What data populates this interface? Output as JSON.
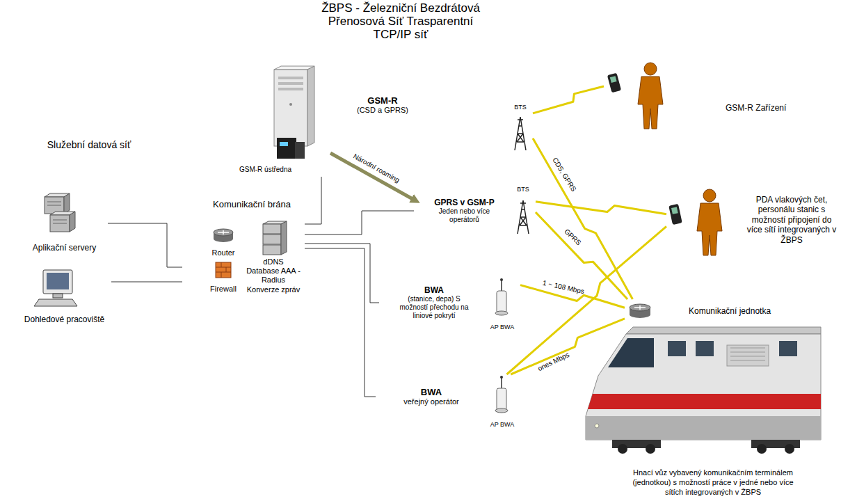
{
  "diagram": {
    "nodes": [
      {
        "text": [
          "Služební datová síť"
        ]
      },
      {
        "text": [
          "Aplikační servery"
        ],
        "in": 0
      },
      {
        "text": [
          "Dohledové pracoviště"
        ],
        "in": 0
      },
      {
        "text": [
          "ŽBPS - Železniční Bezdrátová Přenosová Síť Trasparentní TCP/IP síť"
        ]
      },
      {
        "text": [
          "Komunikační brána"
        ],
        "in": 3
      },
      {
        "text": [
          "Router"
        ],
        "in": 4
      },
      {
        "text": [
          "Firewall"
        ],
        "in": 4
      },
      {
        "text": [
          "dDNS Database AAA - Radius Konverze zpráv"
        ],
        "in": 4
      },
      {
        "text": [
          "GSM-R ústředna"
        ],
        "in": 3
      },
      {
        "text": [
          "GSM-R",
          "(CSD a GPRS)"
        ],
        "in": 3
      },
      {
        "text": [
          "GPRS v GSM-P",
          "Jeden nebo více operátorů"
        ],
        "in": 3
      },
      {
        "text": [
          "BWA",
          "(stanice, depa) S možností přechodu na liniové pokrytí"
        ],
        "in": 3
      },
      {
        "text": [
          "BWA",
          "veřejný operátor"
        ],
        "in": 3
      },
      {
        "text": [
          "BTS"
        ],
        "in": 3
      },
      {
        "text": [
          "BTS"
        ],
        "in": 3
      },
      {
        "text": [
          "AP BWA"
        ],
        "in": 3
      },
      {
        "text": [
          "AP BWA"
        ],
        "in": 3
      },
      {
        "text": [
          "GSM-R Zařízení"
        ]
      },
      {
        "text": [
          "PDA vlakových čet, personálu stanic s možností připojení do více sítí integrovaných v ŽBPS"
        ]
      },
      {
        "text": [
          "Komunikační jednotka"
        ]
      },
      {
        "text": [
          "Hnací vůz vybavený komunikačním terminálem (jednotkou) s možností práce v jedné nebo více sítích integrovaných v ŽBPS"
        ]
      }
    ],
    "edges": [
      {
        "from": 1,
        "to": 4,
        "arrow": "none"
      },
      {
        "from": 2,
        "to": 4,
        "arrow": "none"
      },
      {
        "from": 4,
        "to": 8,
        "arrow": "none"
      },
      {
        "from": 4,
        "to": 10,
        "arrow": "none"
      },
      {
        "from": 4,
        "to": 11,
        "arrow": "none"
      },
      {
        "from": 4,
        "to": 12,
        "arrow": "none"
      },
      {
        "from": 8,
        "to": 10,
        "label": "Národní roaming",
        "arrow": "to"
      },
      {
        "from": 13,
        "to": 17,
        "arrow": "none"
      },
      {
        "from": 13,
        "to": 19,
        "label": "CDS, GPRS",
        "arrow": "none"
      },
      {
        "from": 14,
        "to": 18,
        "arrow": "none"
      },
      {
        "from": 14,
        "to": 19,
        "label": "GPRS",
        "arrow": "none"
      },
      {
        "from": 15,
        "to": 19,
        "label": "1 ~ 108 Mbps",
        "arrow": "none"
      },
      {
        "from": 16,
        "to": 18,
        "arrow": "none"
      },
      {
        "from": 16,
        "to": 19,
        "label": "ones Mbps",
        "arrow": "none"
      }
    ]
  }
}
